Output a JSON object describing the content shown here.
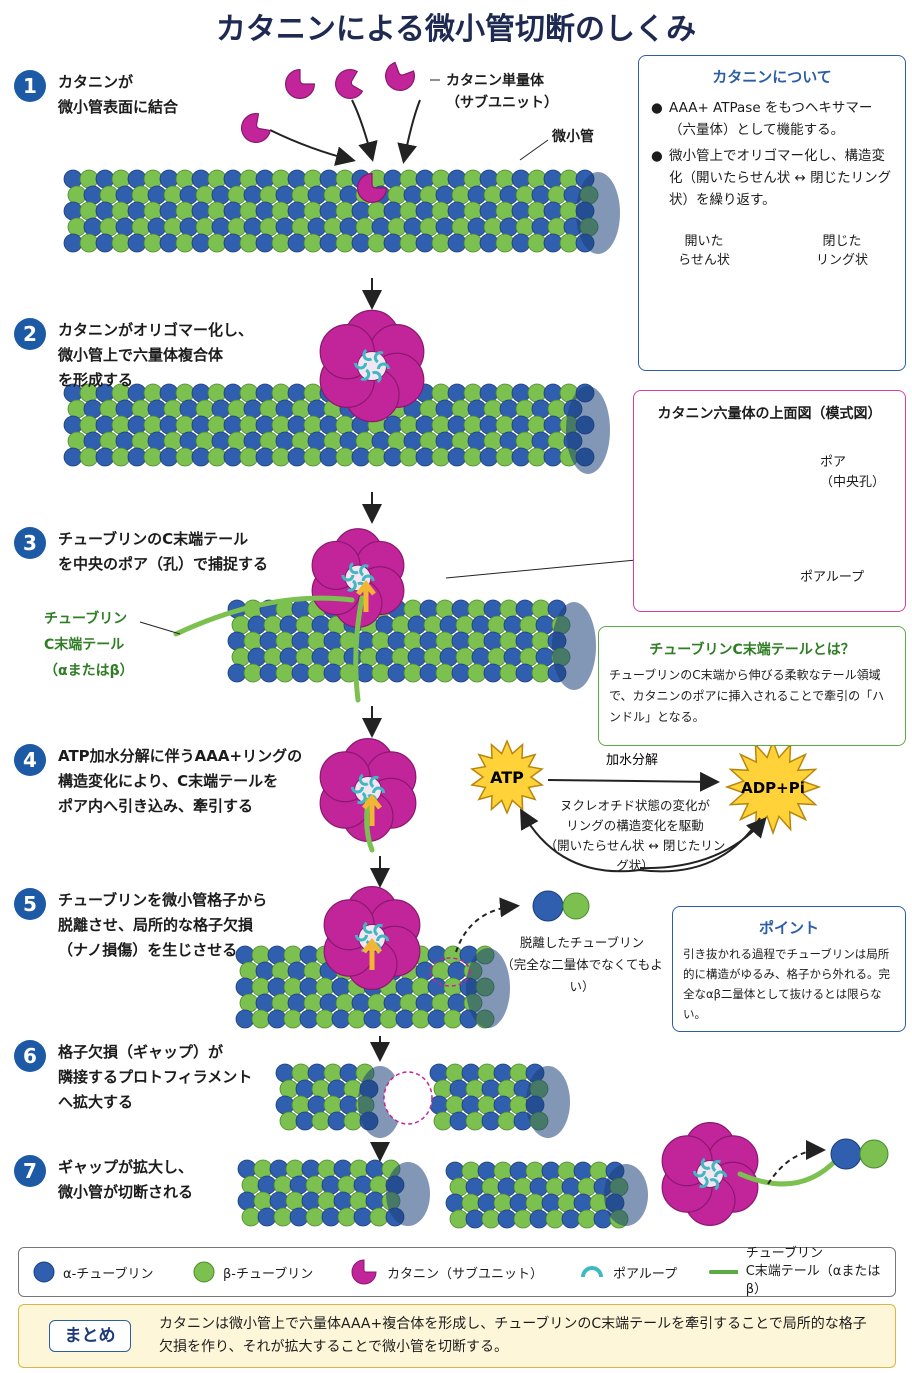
{
  "title": "カタニンによる微小管切断のしくみ",
  "steps": [
    {
      "num": "1",
      "text": "カタニンが\n微小管表面に結合"
    },
    {
      "num": "2",
      "text": "カタニンがオリゴマー化し、\n微小管上で六量体複合体\nを形成する"
    },
    {
      "num": "3",
      "text": "チューブリンのC末端テール\nを中央のポア（孔）で捕捉する"
    },
    {
      "num": "4",
      "text": "ATP加水分解に伴うAAA+リングの\n構造変化により、C末端テールを\nポア内へ引き込み、牽引する"
    },
    {
      "num": "5",
      "text": "チューブリンを微小管格子から\n脱離させ、局所的な格子欠損\n（ナノ損傷）を生じさせる"
    },
    {
      "num": "6",
      "text": "格子欠損（ギャップ）が\n隣接するプロトフィラメント\nへ拡大する"
    },
    {
      "num": "7",
      "text": "ギャップが拡大し、\n微小管が切断される"
    }
  ],
  "labels": {
    "monomer": "カタニン単量体\n（サブユニット）",
    "microtubule": "微小管",
    "ctail": "チューブリン\nC末端テール\n（αまたはβ）",
    "released": "脱離したチューブリン\n（完全な二量体でなくてもよい）"
  },
  "about": {
    "title": "カタニンについて",
    "bullets": [
      "AAA+ ATPase をもつヘキサマー（六量体）として機能する。",
      "微小管上でオリゴマー化し、構造変化（開いたらせん状 ↔ 閉じたリング状）を繰り返す。"
    ],
    "open_label": "開いた\nらせん状",
    "closed_label": "閉じた\nリング状"
  },
  "topview": {
    "title": "カタニン六量体の上面図（模式図）",
    "pore": "ポア\n（中央孔）",
    "poreloop": "ポアループ"
  },
  "ctail_box": {
    "title": "チューブリンC末端テールとは？",
    "text": "チューブリンのC末端から伸びる柔軟なテール領域で、カタニンのポアに挿入されることで牽引の「ハンドル」となる。"
  },
  "atp": {
    "atp": "ATP",
    "adp": "ADP+Pi",
    "hydrolysis": "加水分解",
    "nucleotide": "ヌクレオチド状態の変化が\nリングの構造変化を駆動\n（開いたらせん状 ↔ 閉じたリング状）"
  },
  "point": {
    "title": "ポイント",
    "text": "引き抜かれる過程でチューブリンは局所的に構造がゆるみ、格子から外れる。完全なαβ二量体として抜けるとは限らない。"
  },
  "legend": {
    "alpha": "α-チューブリン",
    "beta": "β-チューブリン",
    "katanin": "カタニン（サブユニット）",
    "poreloop": "ポアループ",
    "ctail": "チューブリン\nC末端テール（αまたはβ）"
  },
  "summary": {
    "tag": "まとめ",
    "text": "カタニンは微小管上で六量体AAA+複合体を形成し、チューブリンのC末端テールを牽引することで局所的な格子欠損を作り、それが拡大することで微小管を切断する。"
  },
  "colors": {
    "alpha": "#2f5fae",
    "beta": "#7cc04f",
    "katanin": "#c2259a",
    "poreloop": "#3fb8c4",
    "step": "#1c5aa6"
  }
}
